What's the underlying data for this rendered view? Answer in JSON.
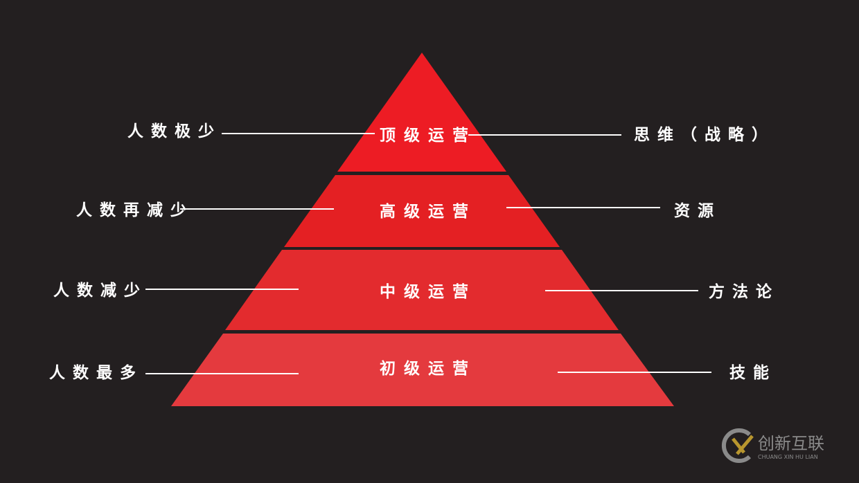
{
  "colors": {
    "background": "#231f20",
    "tier_top": "#ed1c24",
    "tier_high": "#e42023",
    "tier_mid": "#e32b2e",
    "tier_base": "#e43a3e"
  },
  "tiers": [
    {
      "name": "顶级运营",
      "left": "人数极少",
      "right": "思维（战略）"
    },
    {
      "name": "高级运营",
      "left": "人数再减少",
      "right": "资源"
    },
    {
      "name": "中级运营",
      "left": "人数减少",
      "right": "方法论"
    },
    {
      "name": "初级运营",
      "left": "人数最多",
      "right": "技能"
    }
  ],
  "watermark": {
    "cn": "创新互联",
    "en": "CHUANG XIN HU LIAN"
  }
}
